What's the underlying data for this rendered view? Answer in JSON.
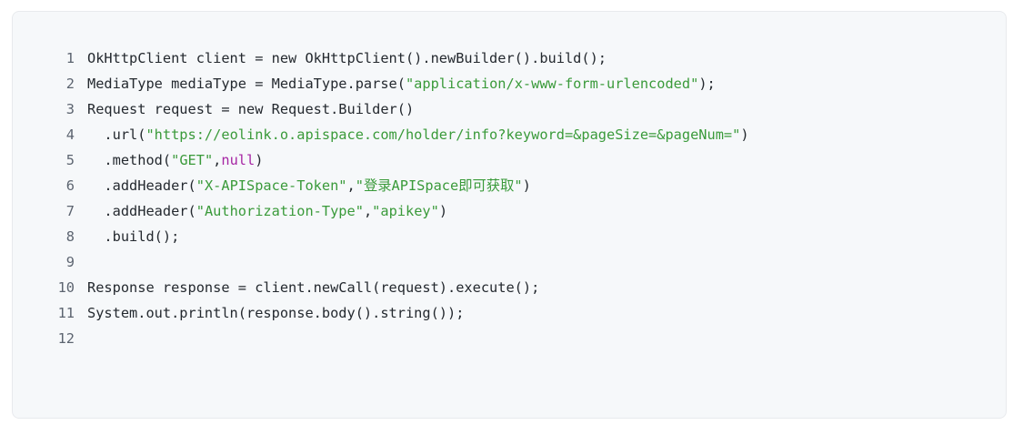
{
  "code_block": {
    "language": "java",
    "colors": {
      "background": "#f6f8fa",
      "plain": "#24292f",
      "line_number": "#5c6470",
      "string": "#3a9a3a",
      "keyword": "#a626a4"
    },
    "lines": [
      {
        "number": "1",
        "tokens": [
          {
            "kind": "plain",
            "text": "OkHttpClient client = new OkHttpClient().newBuilder().build();"
          }
        ]
      },
      {
        "number": "2",
        "tokens": [
          {
            "kind": "plain",
            "text": "MediaType mediaType = MediaType.parse("
          },
          {
            "kind": "string",
            "text": "\"application/x-www-form-urlencoded\""
          },
          {
            "kind": "plain",
            "text": ");"
          }
        ]
      },
      {
        "number": "3",
        "tokens": [
          {
            "kind": "plain",
            "text": "Request request = new Request.Builder()"
          }
        ]
      },
      {
        "number": "4",
        "tokens": [
          {
            "kind": "plain",
            "text": "  .url("
          },
          {
            "kind": "string",
            "text": "\"https://eolink.o.apispace.com/holder/info?keyword=&pageSize=&pageNum=\""
          },
          {
            "kind": "plain",
            "text": ")"
          }
        ]
      },
      {
        "number": "5",
        "tokens": [
          {
            "kind": "plain",
            "text": "  .method("
          },
          {
            "kind": "string",
            "text": "\"GET\""
          },
          {
            "kind": "plain",
            "text": ","
          },
          {
            "kind": "keyword",
            "text": "null"
          },
          {
            "kind": "plain",
            "text": ")"
          }
        ]
      },
      {
        "number": "6",
        "tokens": [
          {
            "kind": "plain",
            "text": "  .addHeader("
          },
          {
            "kind": "string",
            "text": "\"X-APISpace-Token\""
          },
          {
            "kind": "plain",
            "text": ","
          },
          {
            "kind": "string",
            "text": "\"登录APISpace即可获取\""
          },
          {
            "kind": "plain",
            "text": ")"
          }
        ]
      },
      {
        "number": "7",
        "tokens": [
          {
            "kind": "plain",
            "text": "  .addHeader("
          },
          {
            "kind": "string",
            "text": "\"Authorization-Type\""
          },
          {
            "kind": "plain",
            "text": ","
          },
          {
            "kind": "string",
            "text": "\"apikey\""
          },
          {
            "kind": "plain",
            "text": ")"
          }
        ]
      },
      {
        "number": "8",
        "tokens": [
          {
            "kind": "plain",
            "text": "  .build();"
          }
        ]
      },
      {
        "number": "9",
        "tokens": []
      },
      {
        "number": "10",
        "tokens": [
          {
            "kind": "plain",
            "text": "Response response = client.newCall(request).execute();"
          }
        ]
      },
      {
        "number": "11",
        "tokens": [
          {
            "kind": "plain",
            "text": "System.out.println(response.body().string());"
          }
        ]
      },
      {
        "number": "12",
        "tokens": []
      }
    ]
  }
}
